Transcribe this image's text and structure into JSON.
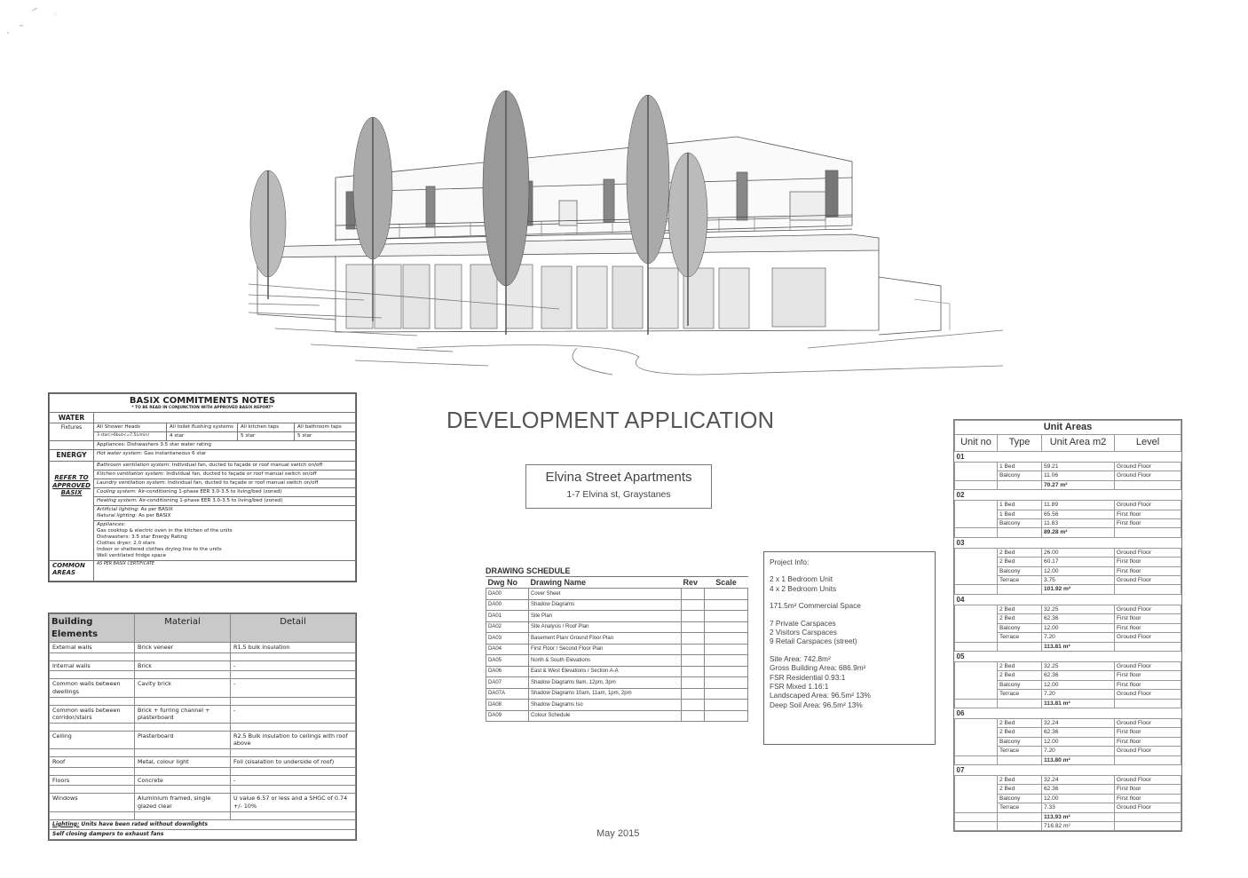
{
  "basix": {
    "title": "BASIX COMMITMENTS NOTES",
    "subtitle": "* TO BE READ IN CONJUNCTION WITH APPROVED BASIX REPORT*",
    "water_label": "WATER",
    "fixtures_label": "Fixtures",
    "fixtures": [
      {
        "name": "All Shower Heads",
        "rating": "3 star(>6but<=7.5L/min)"
      },
      {
        "name": "All toilet flushing systems",
        "rating": "4 star"
      },
      {
        "name": "All kitchen taps",
        "rating": "5 star"
      },
      {
        "name": "All bathroom taps",
        "rating": "5 star"
      }
    ],
    "water_appliances": {
      "label": "Appliances:",
      "value": "Dishwashers 3.5 star water rating"
    },
    "energy_label": "ENERGY",
    "refer_label": [
      "REFER TO",
      "APPROVED",
      "BASIX"
    ],
    "energy_rows": [
      {
        "label": "Hot water system:",
        "value": "Gas instantaneous 6 star"
      },
      {
        "label": "Bathroom ventilation system:",
        "value": "Individual fan, ducted to façade or roof manual switch on/off"
      },
      {
        "label": "Kitchen ventilation system:",
        "value": "Individual fan, ducted to façade or roof manual switch on/off"
      },
      {
        "label": "Laundry ventilation system:",
        "value": "Individual fan, ducted to façade or roof manual switch on/off"
      },
      {
        "label": "Cooling system:",
        "value": "Air-conditioning 1-phase EER 3.0-3.5 to living/bed (zoned)"
      },
      {
        "label": "Heating system:",
        "value": "Air-conditioning 1-phase EER 3.0-3.5 to living/bed (zoned)"
      }
    ],
    "lighting": [
      {
        "label": "Artificial lighting:",
        "value": "As per BASIX"
      },
      {
        "label": "Natural lighting:",
        "value": "As per BASIX"
      }
    ],
    "energy_appliances": {
      "label": "Appliances:",
      "lines": [
        "Gas cooktop & electric oven in the kitchen of the units",
        "Dishwashers: 3.5 star Energy Rating",
        "Clothes dryer: 2.0 stars",
        "Indoor or sheltered clothes drying line to the units",
        "Well ventilated fridge space"
      ]
    },
    "common_label": [
      "COMMON",
      "AREAS"
    ],
    "common_value": "AS PER BASIX CERTIFICATE"
  },
  "elements": {
    "headers": [
      "Building Elements",
      "Material",
      "Detail"
    ],
    "rows": [
      {
        "element": "External walls",
        "material": "Brick veneer",
        "detail": "R1.5 bulk insulation"
      },
      {
        "element": "Internal walls",
        "material": "Brick",
        "detail": "-"
      },
      {
        "element": "Common walls between dwellings",
        "material": "Cavity brick",
        "detail": "-"
      },
      {
        "element": "Common walls between corridor/stairs",
        "material": "Brick + furring channel + plasterboard",
        "detail": "-"
      },
      {
        "element": "Ceiling",
        "material": "Plasterboard",
        "detail": "R2.5 Bulk insulation to ceilings with roof above"
      },
      {
        "element": "Roof",
        "material": "Metal, colour light",
        "detail": "Foil (sisalation to underside of roof)"
      },
      {
        "element": "Floors",
        "material": "Concrete",
        "detail": "-"
      },
      {
        "element": "Windows",
        "material": "Aluminium framed, single glazed clear",
        "detail": "U value 6.57 or less and a SHGC of 0.74 +/- 10%"
      }
    ],
    "notes": [
      {
        "label": "Lighting:",
        "value": " Units have been rated without downlights"
      },
      {
        "label": "",
        "value": "Self closing dampers to exhaust fans"
      }
    ]
  },
  "heading": {
    "title": "DEVELOPMENT APPLICATION",
    "project_name": "Elvina Street Apartments",
    "project_address": "1-7 Elvina st, Graystanes"
  },
  "schedule": {
    "title": "DRAWING SCHEDULE",
    "headers": [
      "Dwg No",
      "Drawing Name",
      "Rev",
      "Scale"
    ],
    "rows": [
      {
        "no": "DA00",
        "name": "Cover Sheet",
        "rev": "",
        "scale": ""
      },
      {
        "no": "DA00",
        "name": "Shadow Diagrams",
        "rev": "",
        "scale": ""
      },
      {
        "no": "DA01",
        "name": "Site Plan",
        "rev": "",
        "scale": ""
      },
      {
        "no": "DA02",
        "name": "Site Analysis / Roof Plan",
        "rev": "",
        "scale": ""
      },
      {
        "no": "DA03",
        "name": "Basement Plan/ Ground Floor Plan",
        "rev": "",
        "scale": ""
      },
      {
        "no": "DA04",
        "name": "First Floor / Second Floor Plan",
        "rev": "",
        "scale": ""
      },
      {
        "no": "DA05",
        "name": "North & South Elevations",
        "rev": "",
        "scale": ""
      },
      {
        "no": "DA06",
        "name": "East & West Elevations / Section A-A",
        "rev": "",
        "scale": ""
      },
      {
        "no": "DA07",
        "name": "Shadow Diagrams 9am, 12pm, 3pm",
        "rev": "",
        "scale": ""
      },
      {
        "no": "DA07A",
        "name": "Shadow Diagrams 10am, 11am, 1pm, 2pm",
        "rev": "",
        "scale": ""
      },
      {
        "no": "DA08",
        "name": "Shadow Diagrams  Iso",
        "rev": "",
        "scale": ""
      },
      {
        "no": "DA09",
        "name": "Colour Schedule",
        "rev": "",
        "scale": ""
      }
    ]
  },
  "project_info": {
    "title": "Project Info:",
    "groups": [
      [
        "2 x  1 Bedroom Unit",
        "4 x  2 Bedroom Units"
      ],
      [
        "171.5m² Commercial Space"
      ],
      [
        "7 Private Carspaces",
        "2 Visitors Carspaces",
        "9 Retail Carspaces (street)"
      ],
      [
        "Site Area: 742.8m²",
        "Gross Building Area: 686.9m²",
        "FSR Residential 0.93:1",
        "FSR Mixed  1.16:1",
        "Landscaped Area: 96.5m²  13%",
        "Deep Soil Area: 96.5m²      13%"
      ]
    ]
  },
  "unit_areas": {
    "title": "Unit Areas",
    "headers": [
      "Unit no",
      "Type",
      "Unit Area m2",
      "Level"
    ],
    "units": [
      {
        "no": "01",
        "rows": [
          {
            "type": "1 Bed",
            "area": "59.21",
            "level": "Ground Floor"
          },
          {
            "type": "Balcony",
            "area": "11.06",
            "level": "Ground Floor"
          }
        ],
        "total": "70.27 m²"
      },
      {
        "no": "02",
        "rows": [
          {
            "type": "1 Bed",
            "area": "11.89",
            "level": "Ground Floor"
          },
          {
            "type": "1 Bed",
            "area": "65.56",
            "level": "First floor"
          },
          {
            "type": "Balcony",
            "area": "11.83",
            "level": "First floor"
          }
        ],
        "total": "89.28 m²"
      },
      {
        "no": "03",
        "rows": [
          {
            "type": "2 Bed",
            "area": "26.00",
            "level": "Ground Floor"
          },
          {
            "type": "2 Bed",
            "area": "60.17",
            "level": "First floor"
          },
          {
            "type": "Balcony",
            "area": "12.00",
            "level": "First floor"
          },
          {
            "type": "Terrace",
            "area": "3.75",
            "level": "Ground Floor"
          }
        ],
        "total": "101.92 m²"
      },
      {
        "no": "04",
        "rows": [
          {
            "type": "2 Bed",
            "area": "32.25",
            "level": "Ground Floor"
          },
          {
            "type": "2 Bed",
            "area": "62.36",
            "level": "First floor"
          },
          {
            "type": "Balcony",
            "area": "12.00",
            "level": "First floor"
          },
          {
            "type": "Terrace",
            "area": "7.20",
            "level": "Ground Floor"
          }
        ],
        "total": "113.81 m²"
      },
      {
        "no": "05",
        "rows": [
          {
            "type": "2 Bed",
            "area": "32.25",
            "level": "Ground Floor"
          },
          {
            "type": "2 Bed",
            "area": "62.36",
            "level": "First floor"
          },
          {
            "type": "Balcony",
            "area": "12.00",
            "level": "First floor"
          },
          {
            "type": "Terrace",
            "area": "7.20",
            "level": "Ground Floor"
          }
        ],
        "total": "113.81 m²"
      },
      {
        "no": "06",
        "rows": [
          {
            "type": "2 Bed",
            "area": "32.24",
            "level": "Ground Floor"
          },
          {
            "type": "2 Bed",
            "area": "62.36",
            "level": "First floor"
          },
          {
            "type": "Balcony",
            "area": "12.00",
            "level": "First floor"
          },
          {
            "type": "Terrace",
            "area": "7.20",
            "level": "Ground Floor"
          }
        ],
        "total": "113.80 m²"
      },
      {
        "no": "07",
        "rows": [
          {
            "type": "2 Bed",
            "area": "32.24",
            "level": "Ground Floor"
          },
          {
            "type": "2 Bed",
            "area": "62.36",
            "level": "First floor"
          },
          {
            "type": "Balcony",
            "area": "12.00",
            "level": "First floor"
          },
          {
            "type": "Terrace",
            "area": "7.33",
            "level": "Ground Floor"
          }
        ],
        "total": "113.93 m²"
      }
    ],
    "grand_total": "716.82 m²"
  },
  "footer": {
    "date": "May  2015"
  }
}
